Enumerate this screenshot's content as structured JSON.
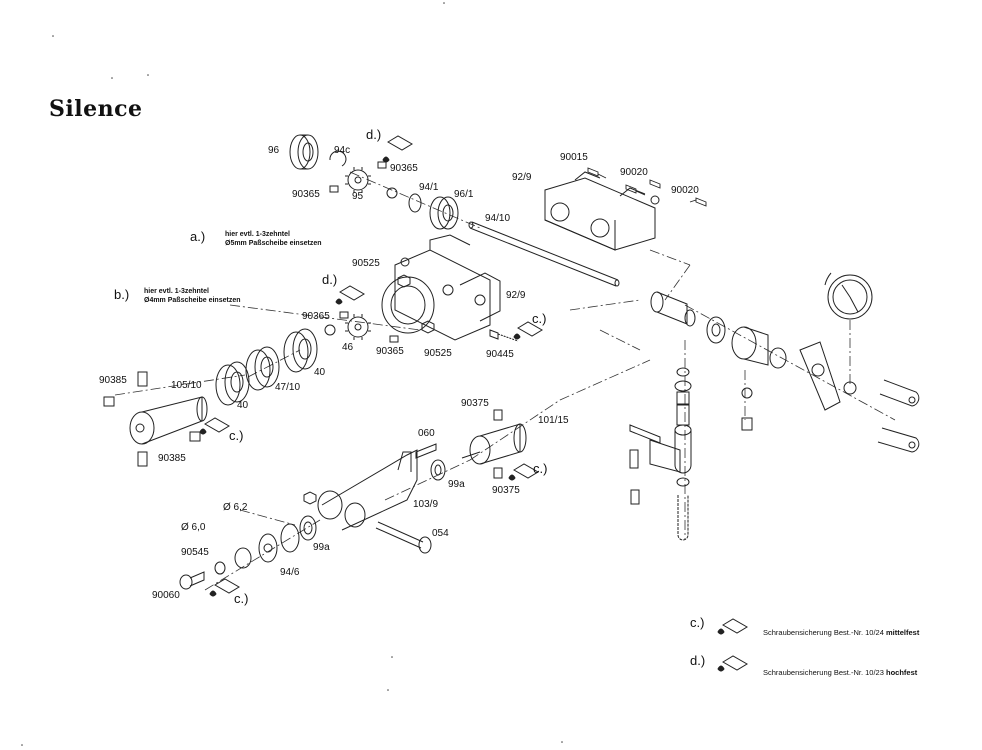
{
  "title": "Silence",
  "notes": {
    "a_marker": "a.)",
    "a_line1": "hier evtl. 1-3zehntel",
    "a_line2": "Ø5mm Paßscheibe einsetzen",
    "b_marker": "b.)",
    "b_line1": "hier evtl. 1-3zehntel",
    "b_line2": "Ø4mm Paßscheibe einsetzen"
  },
  "parts": {
    "p96": "96",
    "p94c": "94c",
    "p90365_a": "90365",
    "p90365_b": "90365",
    "p95": "95",
    "p94_1": "94/1",
    "p96_1": "96/1",
    "p94_10": "94/10",
    "p90015": "90015",
    "p92_9_top": "92/9",
    "p90020_a": "90020",
    "p90020_b": "90020",
    "p90525_a": "90525",
    "p92_9_mid": "92/9",
    "p90365_c": "90365",
    "p46": "46",
    "p90365_d": "90365",
    "p90525_b": "90525",
    "p90445": "90445",
    "p90385_a": "90385",
    "p105_10": "105/10",
    "p47_10": "47/10",
    "p40_a": "40",
    "p40_b": "40",
    "p90385_b": "90385",
    "p90375_a": "90375",
    "p101_15": "101/15",
    "p060": "060",
    "p99a_a": "99a",
    "p90375_b": "90375",
    "p103_9": "103/9",
    "p054": "054",
    "p99a_b": "99a",
    "pd62": "Ø 6,2",
    "pd60": "Ø 6,0",
    "p90545": "90545",
    "p94_6": "94/6",
    "p90060": "90060"
  },
  "callouts": {
    "c": "c.)",
    "d": "d.)"
  },
  "legend": {
    "c_marker": "c.)",
    "c_text": "Schraubensicherung Best.-Nr. 10/24",
    "c_strength": "mittelfest",
    "d_marker": "d.)",
    "d_text": "Schraubensicherung Best.-Nr. 10/23",
    "d_strength": "hochfest"
  }
}
